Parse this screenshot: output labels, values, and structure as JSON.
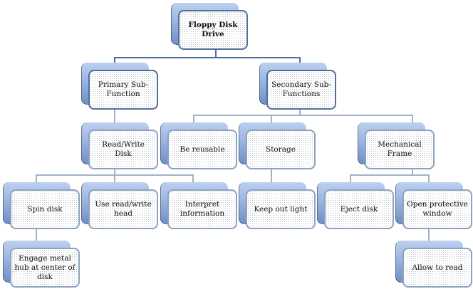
{
  "diagram": {
    "title": "Floppy Disk Drive",
    "nodes": {
      "root": "Floppy Disk Drive",
      "primary": "Primary Sub-Function",
      "secondary": "Secondary Sub-Functions",
      "read_write_disk": "Read/Write Disk",
      "be_reusable": "Be reusable",
      "storage": "Storage",
      "mechanical_frame": "Mechanical Frame",
      "spin_disk": "Spin disk",
      "use_head": "Use read/write head",
      "interpret": "Interpret information",
      "keep_out_light": "Keep out light",
      "eject_disk": "Eject disk",
      "open_window": "Open protective window",
      "engage_hub": "Engage metal hub at center of disk",
      "allow_read": "Allow to read"
    },
    "colors": {
      "box_border": "#8ea2bd",
      "shadow_top": "#bcd0f0",
      "shadow_bottom": "#6f8fc7",
      "connector_dark": "#4f6f9a",
      "connector_light": "#9fb1cb"
    }
  }
}
